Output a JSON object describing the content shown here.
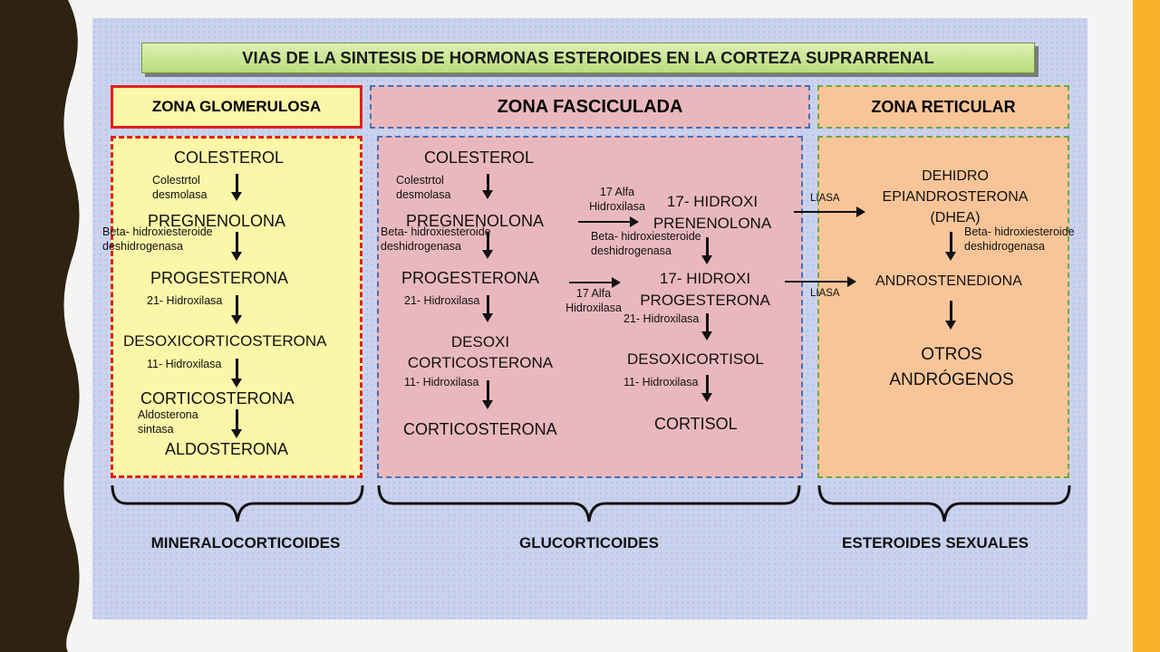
{
  "title": "VIAS DE LA SINTESIS DE HORMONAS ESTEROIDES EN LA CORTEZA SUPRARRENAL",
  "zones": {
    "glomerulosa": {
      "header": "ZONA GLOMERULOSA",
      "steps": [
        "COLESTEROL",
        "PREGNENOLONA",
        "PROGESTERONA",
        "DESOXICORTICOSTERONA",
        "CORTICOSTERONA",
        "ALDOSTERONA"
      ],
      "enzymes": [
        "Colestrtol desmolasa",
        "Beta- hidroxiesteroide deshidrogenasa",
        "21- Hidroxilasa",
        "11- Hidroxilasa",
        "Aldosterona sintasa"
      ]
    },
    "fasciculada": {
      "header": "ZONA FASCICULADA",
      "left_steps": [
        "COLESTEROL",
        "PREGNENOLONA",
        "PROGESTERONA",
        "DESOXI CORTICOSTERONA",
        "CORTICOSTERONA"
      ],
      "left_enzymes": [
        "Colestrtol desmolasa",
        "Beta- hidroxiesteroide deshidrogenasa",
        "21- Hidroxilasa",
        "11- Hidroxilasa"
      ],
      "right_steps": [
        "17- HIDROXI PRENENOLONA",
        "17- HIDROXI PROGESTERONA",
        "DESOXICORTISOL",
        "CORTISOL"
      ],
      "right_enzymes": [
        "Beta- hidroxiesteroide deshidrogenasa",
        "21- Hidroxilasa",
        "11- Hidroxilasa"
      ],
      "cross_enzymes": [
        "17 Alfa Hidroxilasa",
        "17 Alfa Hidroxilasa"
      ]
    },
    "reticular": {
      "header": "ZONA RETICULAR",
      "steps": [
        "DEHIDRO EPIANDROSTERONA (DHEA)",
        "ANDROSTENEDIONA",
        "OTROS ANDRÓGENOS"
      ],
      "enzymes": [
        "Beta- hidroxiesteroide deshidrogenasa"
      ],
      "cross_enzymes": [
        "LIASA",
        "LIASA"
      ]
    }
  },
  "groups": [
    "MINERALOCORTICOIDES",
    "GLUCORTICOIDES",
    "ESTEROIDES SEXUALES"
  ],
  "colors": {
    "glomerulosa_fill": "#fbf6a8",
    "glomerulosa_border": "#e0201f",
    "fasciculada_fill": "#e9b8bd",
    "fasciculada_border": "#4b6fb5",
    "reticular_fill": "#f9c598",
    "reticular_border": "#6aa84f",
    "accent_bar": "#f7b12b",
    "left_band": "#2e2210"
  }
}
